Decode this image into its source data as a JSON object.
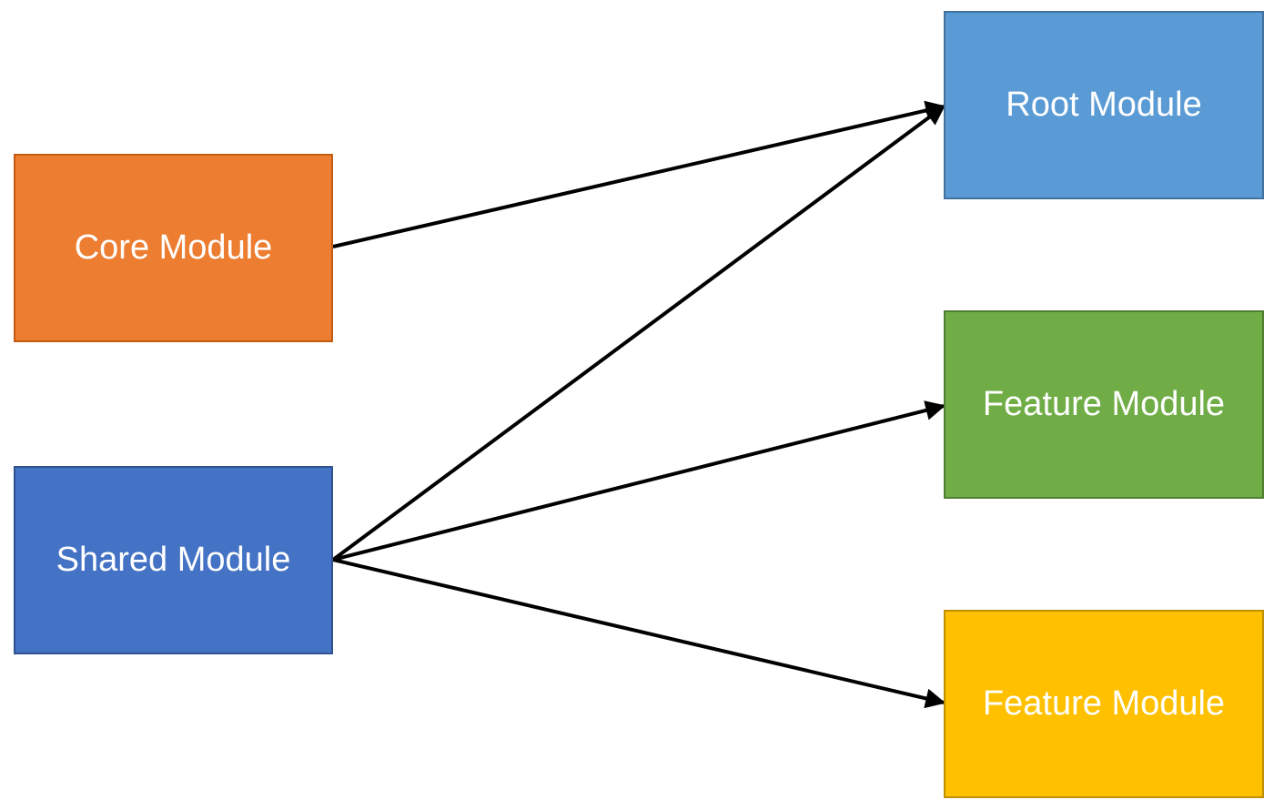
{
  "nodes": {
    "core": {
      "label": "Core Module",
      "fill": "#ED7D31",
      "border": "#C55A11"
    },
    "shared": {
      "label": "Shared Module",
      "fill": "#4472C4",
      "border": "#2F528F"
    },
    "root": {
      "label": "Root Module",
      "fill": "#5B9BD5",
      "border": "#41719C"
    },
    "feature1": {
      "label": "Feature Module",
      "fill": "#70AD47",
      "border": "#507E32"
    },
    "feature2": {
      "label": "Feature Module",
      "fill": "#FFC000",
      "border": "#BF9000"
    }
  },
  "edges": [
    {
      "from": "core",
      "to": "root"
    },
    {
      "from": "shared",
      "to": "root"
    },
    {
      "from": "shared",
      "to": "feature1"
    },
    {
      "from": "shared",
      "to": "feature2"
    }
  ],
  "colors": {
    "arrow": "#000000",
    "background": "#FFFFFF"
  }
}
